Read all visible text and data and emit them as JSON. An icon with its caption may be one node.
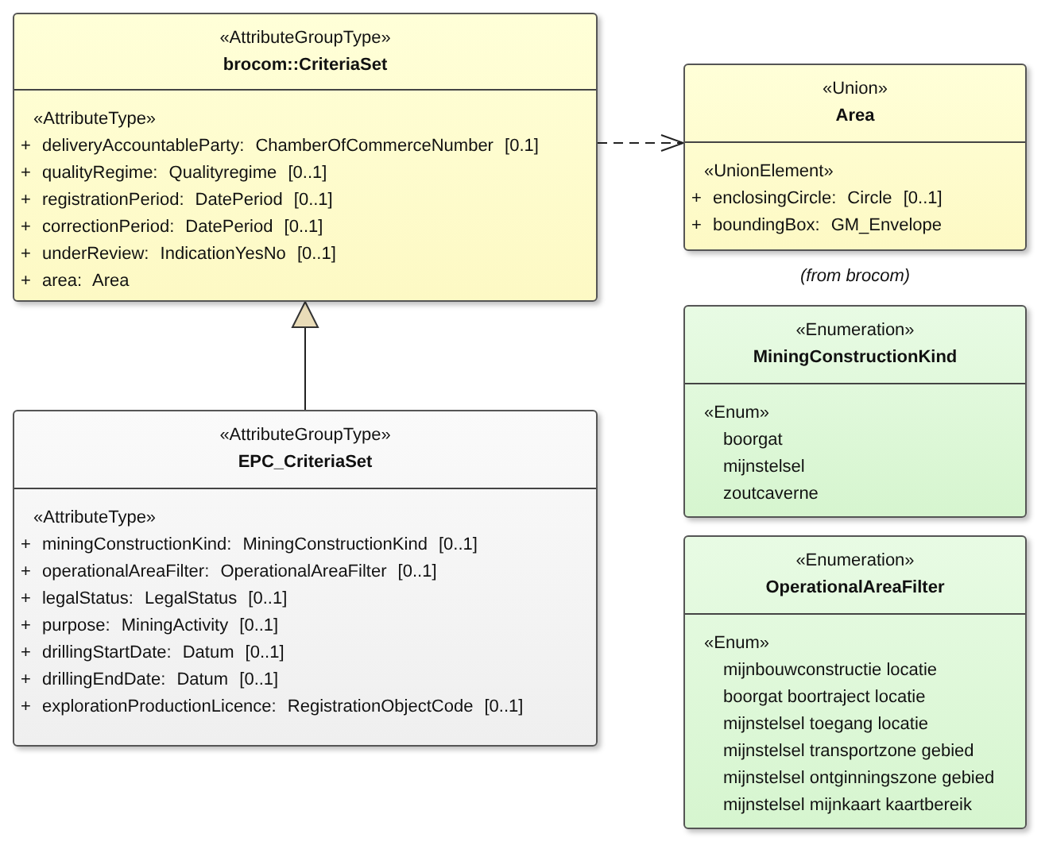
{
  "diagram": {
    "nodes": [
      {
        "text": [
          "«AttributeGroupType»",
          "brocom::CriteriaSet",
          "«AttributeType»",
          "+ deliveryAccountableParty: ChamberOfCommerceNumber [0.1]",
          "+ qualityRegime: Qualityregime [0..1]",
          "+ registrationPeriod: DatePeriod [0..1]",
          "+ correctionPeriod: DatePeriod [0..1]",
          "+ underReview: IndicationYesNo [0..1]",
          "+ area: Area"
        ]
      },
      {
        "text": [
          "«Union»",
          "Area",
          "«UnionElement»",
          "+ enclosingCircle: Circle [0..1]",
          "+ boundingBox: GM_Envelope"
        ],
        "beside": [
          "(from brocom)"
        ]
      },
      {
        "text": [
          "«AttributeGroupType»",
          "EPC_CriteriaSet",
          "«AttributeType»",
          "+ miningConstructionKind: MiningConstructionKind [0..1]",
          "+ operationalAreaFilter: OperationalAreaFilter [0..1]",
          "+ legalStatus: LegalStatus [0..1]",
          "+ purpose: MiningActivity [0..1]",
          "+ drillingStartDate: Datum [0..1]",
          "+ drillingEndDate: Datum [0..1]",
          "+ explorationProductionLicence: RegistrationObjectCode [0..1]"
        ]
      },
      {
        "text": [
          "«Enumeration»",
          "MiningConstructionKind",
          "«Enum»",
          "boorgat",
          "mijnstelsel",
          "zoutcaverne"
        ]
      },
      {
        "text": [
          "«Enumeration»",
          "OperationalAreaFilter",
          "«Enum»",
          "mijnbouwconstructie locatie",
          "boorgat boortraject locatie",
          "mijnstelsel toegang locatie",
          "mijnstelsel transportzone gebied",
          "mijnstelsel ontginningszone gebied",
          "mijnstelsel mijnkaart kaartbereik"
        ]
      }
    ],
    "edges": [
      {
        "from": 0,
        "to": 1,
        "arrow": "to",
        "style": "dashed"
      },
      {
        "from": 2,
        "to": 0,
        "arrow": "to"
      }
    ]
  }
}
